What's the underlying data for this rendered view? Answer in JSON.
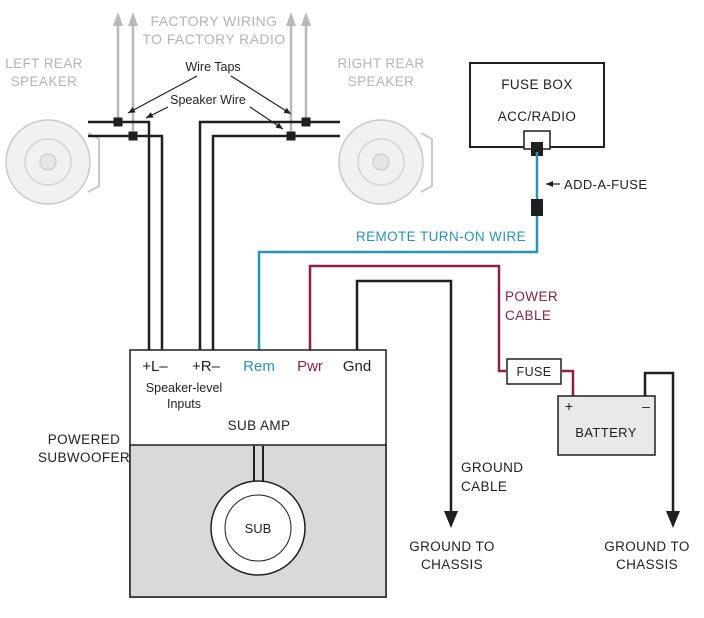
{
  "colors": {
    "label_gray": "#b5b5b5",
    "arrow_gray": "#b8b8b8",
    "wire_black": "#1f1f1f",
    "remote_teal": "#2694b4",
    "power_maroon": "#8e2143",
    "amp_body_gray": "#d9d9d9",
    "battery_gray": "#e9e9e9"
  },
  "top": {
    "factory_wiring_line1": "FACTORY WIRING",
    "factory_wiring_line2": "TO FACTORY RADIO",
    "wire_taps_label": "Wire Taps",
    "speaker_wire_label": "Speaker Wire"
  },
  "speakers": {
    "left_line1": "LEFT REAR",
    "left_line2": "SPEAKER",
    "right_line1": "RIGHT REAR",
    "right_line2": "SPEAKER"
  },
  "fuse_box": {
    "title": "FUSE BOX",
    "circuit": "ACC/RADIO",
    "add_a_fuse": "ADD-A-FUSE"
  },
  "wires": {
    "remote_label": "REMOTE TURN-ON WIRE",
    "power_line1": "POWER",
    "power_line2": "CABLE",
    "ground_line1": "GROUND",
    "ground_line2": "CABLE"
  },
  "amp": {
    "terminal_left": "+L–",
    "terminal_right": "+R–",
    "terminal_remote": "Rem",
    "terminal_power": "Pwr",
    "terminal_ground": "Gnd",
    "inputs_line1": "Speaker-level",
    "inputs_line2": "Inputs",
    "name": "SUB AMP",
    "sub": "SUB",
    "caption_line1": "POWERED",
    "caption_line2": "SUBWOOFER"
  },
  "power": {
    "fuse": "FUSE",
    "battery": "BATTERY",
    "plus": "+",
    "minus": "–"
  },
  "grounds": {
    "chassis_line1": "GROUND TO",
    "chassis_line2": "CHASSIS"
  }
}
